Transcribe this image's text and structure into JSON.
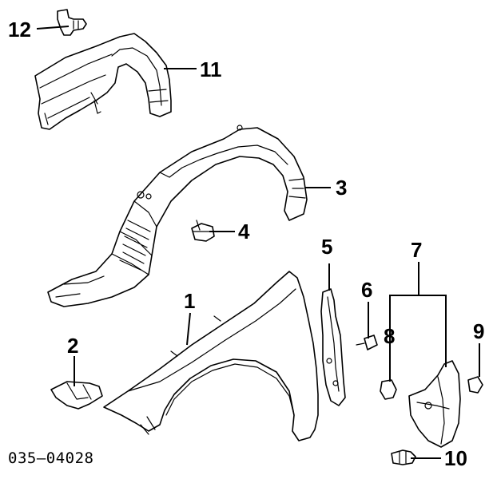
{
  "diagram": {
    "reference_code": "035—04028",
    "callouts": [
      {
        "id": "c12",
        "label": "12"
      },
      {
        "id": "c11",
        "label": "11"
      },
      {
        "id": "c3",
        "label": "3"
      },
      {
        "id": "c4",
        "label": "4"
      },
      {
        "id": "c5",
        "label": "5"
      },
      {
        "id": "c7",
        "label": "7"
      },
      {
        "id": "c1",
        "label": "1"
      },
      {
        "id": "c6",
        "label": "6"
      },
      {
        "id": "c8",
        "label": "8"
      },
      {
        "id": "c9",
        "label": "9"
      },
      {
        "id": "c2",
        "label": "2"
      },
      {
        "id": "c10",
        "label": "10"
      }
    ]
  }
}
